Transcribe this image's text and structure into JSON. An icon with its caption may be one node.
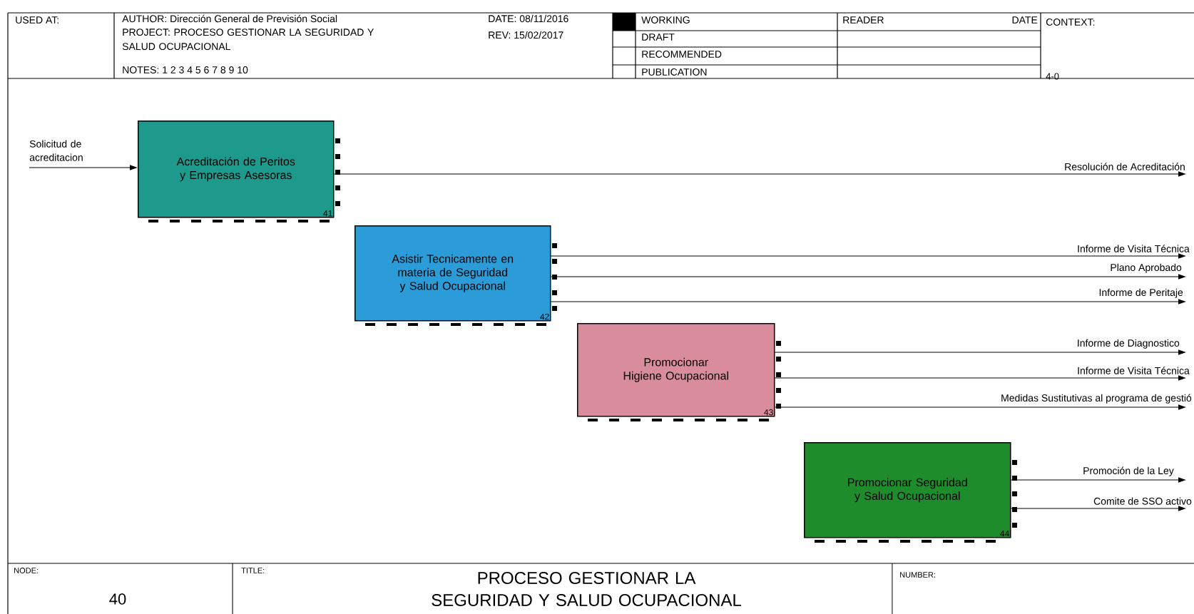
{
  "diagram": {
    "title": "PROCESO GESTIONAR LA SEGURIDAD Y SALUD OCUPACIONAL",
    "nodes": [
      {
        "text": [
          "Acreditación de Peritos y Empresas Asesoras",
          "41"
        ]
      },
      {
        "text": [
          "Asistir Tecnicamente en materia de Seguridad y Salud Ocupacional",
          "42"
        ]
      },
      {
        "text": [
          "Promocionar Higiene Ocupacional",
          "43"
        ]
      },
      {
        "text": [
          "Promocionar Seguridad y Salud Ocupacional",
          "44"
        ]
      }
    ],
    "edges": [
      {
        "from": null,
        "to": 0,
        "arrow": "to",
        "label": "Solicitud de acreditacion"
      },
      {
        "from": 0,
        "to": null,
        "arrow": "to",
        "label": "Resolución de Acreditación"
      },
      {
        "from": 1,
        "to": null,
        "arrow": "to",
        "label": "Informe de Visita Técnica"
      },
      {
        "from": 1,
        "to": null,
        "arrow": "to",
        "label": "Plano Aprobado"
      },
      {
        "from": 1,
        "to": null,
        "arrow": "to",
        "label": "Informe de Peritaje"
      },
      {
        "from": 2,
        "to": null,
        "arrow": "to",
        "label": "Informe de Diagnostico"
      },
      {
        "from": 2,
        "to": null,
        "arrow": "to",
        "label": "Informe de Visita Técnica"
      },
      {
        "from": 2,
        "to": null,
        "arrow": "to",
        "label": "Medidas Sustitutivas al programa de gestió"
      },
      {
        "from": 3,
        "to": null,
        "arrow": "to",
        "label": "Promoción de la Ley"
      },
      {
        "from": 3,
        "to": null,
        "arrow": "to",
        "label": "Comite de SSO activo"
      }
    ],
    "labels": [
      "USED AT:",
      "AUTHOR: Dirección General de Previsión Social",
      "DATE: 08/11/2016",
      "PROJECT: PROCESO GESTIONAR LA SEGURIDAD Y SALUD OCUPACIONAL",
      "REV: 15/02/2017",
      "NOTES: 1 2 3 4 5 6 7 8 9 10",
      "WORKING",
      "READER",
      "DATE",
      "CONTEXT:",
      "DRAFT",
      "RECOMMENDED",
      "PUBLICATION",
      "4-0",
      "NODE:",
      "40",
      "TITLE:",
      "NUMBER:"
    ]
  }
}
